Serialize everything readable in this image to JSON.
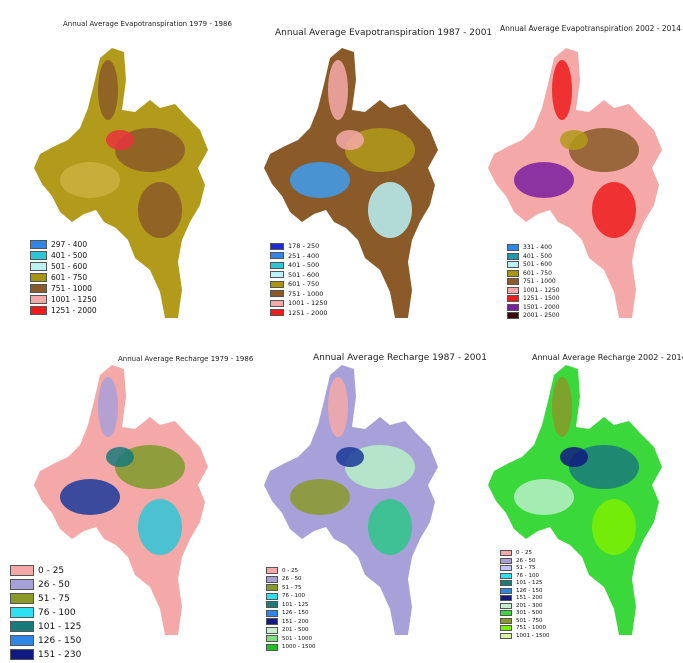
{
  "panels": [
    {
      "id": "et1",
      "title": "Annual Average Evapotranspiration 1979 - 1986",
      "base": "#b29a1a",
      "patches": [
        "#8a5a28",
        "#8a5a28",
        "#c9b240",
        "#8a5a28",
        "#e8323c"
      ],
      "legend": [
        {
          "label": "297 - 400",
          "color": "#2f86e6"
        },
        {
          "label": "401 - 500",
          "color": "#2ec6d6"
        },
        {
          "label": "501 - 600",
          "color": "#b9f2f6"
        },
        {
          "label": "601 - 750",
          "color": "#a8940e"
        },
        {
          "label": "751 - 1000",
          "color": "#8a5a28"
        },
        {
          "label": "1001 - 1250",
          "color": "#f4a9a8"
        },
        {
          "label": "1251 - 2000",
          "color": "#ee1c1c"
        }
      ]
    },
    {
      "id": "et2",
      "title": "Annual Average Evapotranspiration 1987 - 2001",
      "base": "#8a5a28",
      "patches": [
        "#f4a9a8",
        "#b29a1a",
        "#3d9ef0",
        "#b9f2f6",
        "#f4a9a8"
      ],
      "legend": [
        {
          "label": "178 - 250",
          "color": "#1a2bd6"
        },
        {
          "label": "251 - 400",
          "color": "#2f86e6"
        },
        {
          "label": "401 - 500",
          "color": "#2ec6d6"
        },
        {
          "label": "501 - 600",
          "color": "#b9f2f6"
        },
        {
          "label": "601 - 750",
          "color": "#a8940e"
        },
        {
          "label": "751 - 1000",
          "color": "#8a5a28"
        },
        {
          "label": "1001 - 1250",
          "color": "#f4a9a8"
        },
        {
          "label": "1251 - 2000",
          "color": "#ee1c1c"
        }
      ]
    },
    {
      "id": "et3",
      "title": "Annual Average Evapotranspiration 2002 - 2014",
      "base": "#f4a9a8",
      "patches": [
        "#ee1c1c",
        "#8a5a28",
        "#7a1fa0",
        "#ee1c1c",
        "#b29a1a"
      ],
      "legend": [
        {
          "label": "331 - 400",
          "color": "#2f86e6"
        },
        {
          "label": "401 - 500",
          "color": "#1f9aa8"
        },
        {
          "label": "501 - 600",
          "color": "#b9f2f6"
        },
        {
          "label": "601 - 750",
          "color": "#a8940e"
        },
        {
          "label": "751 - 1000",
          "color": "#8a5a28"
        },
        {
          "label": "1001 - 1250",
          "color": "#f4a9a8"
        },
        {
          "label": "1251 - 1500",
          "color": "#ee1c1c"
        },
        {
          "label": "1501 - 2000",
          "color": "#7a1fa0"
        },
        {
          "label": "2001 - 2500",
          "color": "#3a0a0a"
        }
      ]
    },
    {
      "id": "rc1",
      "title": "Annual Average Recharge 1979 - 1986",
      "base": "#f4a9a8",
      "patches": [
        "#a8a0d8",
        "#7e9b2a",
        "#1a3a9a",
        "#2ec6d6",
        "#1a7a7a"
      ],
      "legend": [
        {
          "label": "0 - 25",
          "color": "#f4a9a8"
        },
        {
          "label": "26 - 50",
          "color": "#a8a0d8"
        },
        {
          "label": "51 - 75",
          "color": "#8a9a2a"
        },
        {
          "label": "76 - 100",
          "color": "#2ee0f0"
        },
        {
          "label": "101 - 125",
          "color": "#1a7a7a"
        },
        {
          "label": "126 - 150",
          "color": "#2f86e6"
        },
        {
          "label": "151 - 230",
          "color": "#101a80"
        }
      ]
    },
    {
      "id": "rc2",
      "title": "Annual Average Recharge 1987 - 2001",
      "base": "#a8a0d8",
      "patches": [
        "#f4a9a8",
        "#b8f0c8",
        "#8a9a2a",
        "#2ec68a",
        "#1a3a9a"
      ],
      "legend": [
        {
          "label": "0 - 25",
          "color": "#f4a9a8"
        },
        {
          "label": "26 - 50",
          "color": "#a8a0d8"
        },
        {
          "label": "51 - 75",
          "color": "#8a9a2a"
        },
        {
          "label": "76 - 100",
          "color": "#2ee0f0"
        },
        {
          "label": "101 - 125",
          "color": "#1a7a7a"
        },
        {
          "label": "126 - 150",
          "color": "#2f86e6"
        },
        {
          "label": "151 - 200",
          "color": "#101a80"
        },
        {
          "label": "201 - 500",
          "color": "#c8f0d0"
        },
        {
          "label": "501 - 1000",
          "color": "#7ee07e"
        },
        {
          "label": "1000 - 1500",
          "color": "#22c022"
        }
      ]
    },
    {
      "id": "rc3",
      "title": "Annual Average Recharge 2002 - 2014",
      "base": "#3ad83a",
      "patches": [
        "#8a9a2a",
        "#1a7a7a",
        "#b8f0c8",
        "#7cf000",
        "#101a80"
      ],
      "legend": [
        {
          "label": "0 - 25",
          "color": "#f4a9a8"
        },
        {
          "label": "26 - 50",
          "color": "#a8a0d8"
        },
        {
          "label": "51 - 75",
          "color": "#c0c8ff"
        },
        {
          "label": "76 - 100",
          "color": "#2ee0f0"
        },
        {
          "label": "101 - 125",
          "color": "#1a7a7a"
        },
        {
          "label": "126 - 150",
          "color": "#2f86e6"
        },
        {
          "label": "151 - 200",
          "color": "#101a80"
        },
        {
          "label": "201 - 300",
          "color": "#c8f0d0"
        },
        {
          "label": "301 - 500",
          "color": "#3ad83a"
        },
        {
          "label": "501 - 750",
          "color": "#8a9a2a"
        },
        {
          "label": "751 - 1000",
          "color": "#7cf000"
        },
        {
          "label": "1001 - 1500",
          "color": "#d8f0a0"
        }
      ]
    }
  ]
}
